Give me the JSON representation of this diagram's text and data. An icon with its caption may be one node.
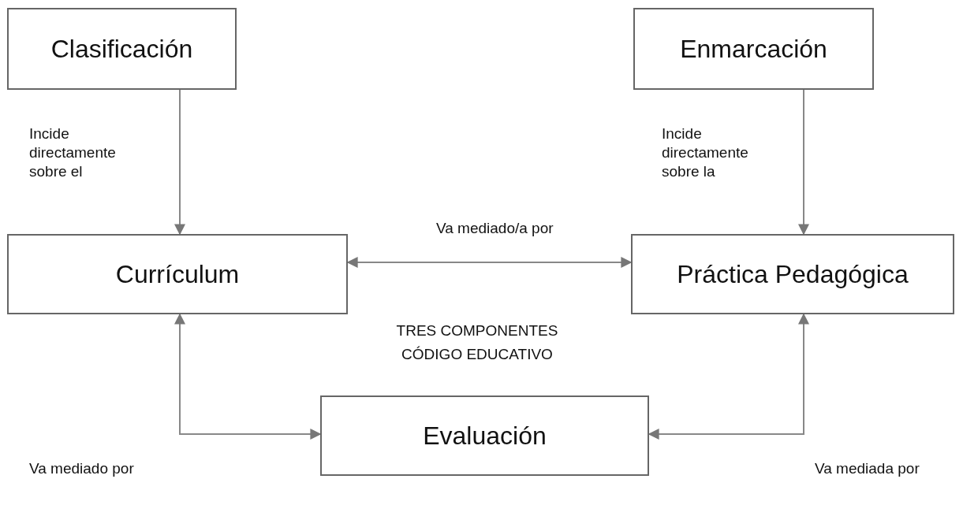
{
  "diagram": {
    "nodes": [
      {
        "text": [
          "Clasificación"
        ]
      },
      {
        "text": [
          "Enmarcación"
        ]
      },
      {
        "text": [
          "Currículum"
        ]
      },
      {
        "text": [
          "Práctica Pedagógica"
        ]
      },
      {
        "text": [
          "Evaluación"
        ]
      }
    ],
    "edges": [
      {
        "from": 0,
        "to": 2,
        "arrow": "to",
        "label": "Incide directamente sobre el"
      },
      {
        "from": 1,
        "to": 3,
        "arrow": "to",
        "label": "Incide directamente sobre la"
      },
      {
        "from": 2,
        "to": 3,
        "arrow": "both",
        "label": "Va mediado/a por"
      },
      {
        "from": 2,
        "to": 4,
        "arrow": "both",
        "label": "Va mediado por"
      },
      {
        "from": 3,
        "to": 4,
        "arrow": "both",
        "label": "Va mediada por"
      }
    ],
    "labels": [
      "TRES COMPONENTES CÓDIGO EDUCATIVO"
    ]
  }
}
